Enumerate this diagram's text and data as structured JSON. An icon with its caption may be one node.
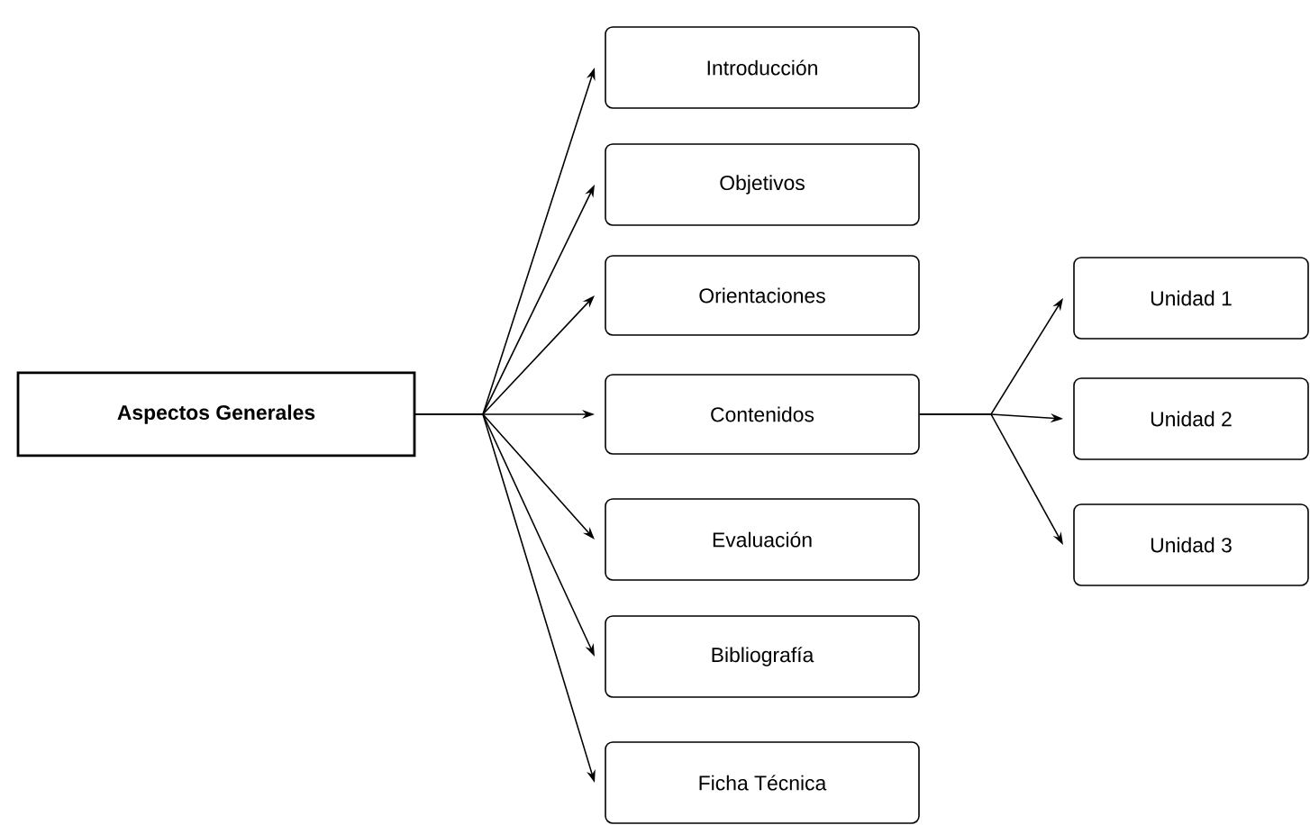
{
  "diagram": {
    "nodes": [
      {
        "text": [
          "Aspectos Generales"
        ]
      },
      {
        "text": [
          "Introducción"
        ]
      },
      {
        "text": [
          "Objetivos"
        ]
      },
      {
        "text": [
          "Orientaciones"
        ]
      },
      {
        "text": [
          "Contenidos"
        ]
      },
      {
        "text": [
          "Evaluación"
        ]
      },
      {
        "text": [
          "Bibliografía"
        ]
      },
      {
        "text": [
          "Ficha Técnica"
        ]
      },
      {
        "text": [
          "Unidad 1"
        ]
      },
      {
        "text": [
          "Unidad 2"
        ]
      },
      {
        "text": [
          "Unidad 3"
        ]
      }
    ],
    "edges": [
      {
        "from": 0,
        "to": 1,
        "arrow": "to"
      },
      {
        "from": 0,
        "to": 2,
        "arrow": "to"
      },
      {
        "from": 0,
        "to": 3,
        "arrow": "to"
      },
      {
        "from": 0,
        "to": 4,
        "arrow": "to"
      },
      {
        "from": 0,
        "to": 5,
        "arrow": "to"
      },
      {
        "from": 0,
        "to": 6,
        "arrow": "to"
      },
      {
        "from": 0,
        "to": 7,
        "arrow": "to"
      },
      {
        "from": 4,
        "to": 8,
        "arrow": "to"
      },
      {
        "from": 4,
        "to": 9,
        "arrow": "to"
      },
      {
        "from": 4,
        "to": 10,
        "arrow": "to"
      }
    ]
  }
}
